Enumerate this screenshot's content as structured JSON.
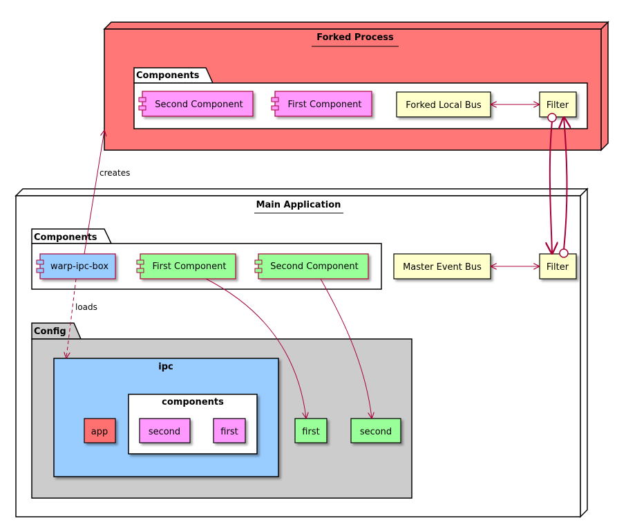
{
  "colors": {
    "forked_fill": "#FF7777",
    "app_red": "#FF7070",
    "pink": "#FF99FF",
    "green": "#99FF99",
    "blue": "#99CCFF",
    "yellow": "#FFFFCC",
    "gray": "#CCCCCC",
    "arrow": "#A80036"
  },
  "forked": {
    "title": "Forked Process",
    "package_title": "Components",
    "second_component": "Second Component",
    "first_component": "First Component",
    "local_bus": "Forked Local Bus",
    "filter": "Filter"
  },
  "main": {
    "title": "Main Application",
    "package_title": "Components",
    "warp": "warp-ipc-box",
    "first_component": "First Component",
    "second_component": "Second Component",
    "master_bus": "Master Event Bus",
    "filter": "Filter",
    "config": {
      "title": "Config",
      "ipc": {
        "title": "ipc",
        "app": "app",
        "components": {
          "title": "components",
          "second": "second",
          "first": "first"
        }
      },
      "first": "first",
      "second": "second"
    }
  },
  "labels": {
    "creates": "creates",
    "loads": "loads"
  }
}
